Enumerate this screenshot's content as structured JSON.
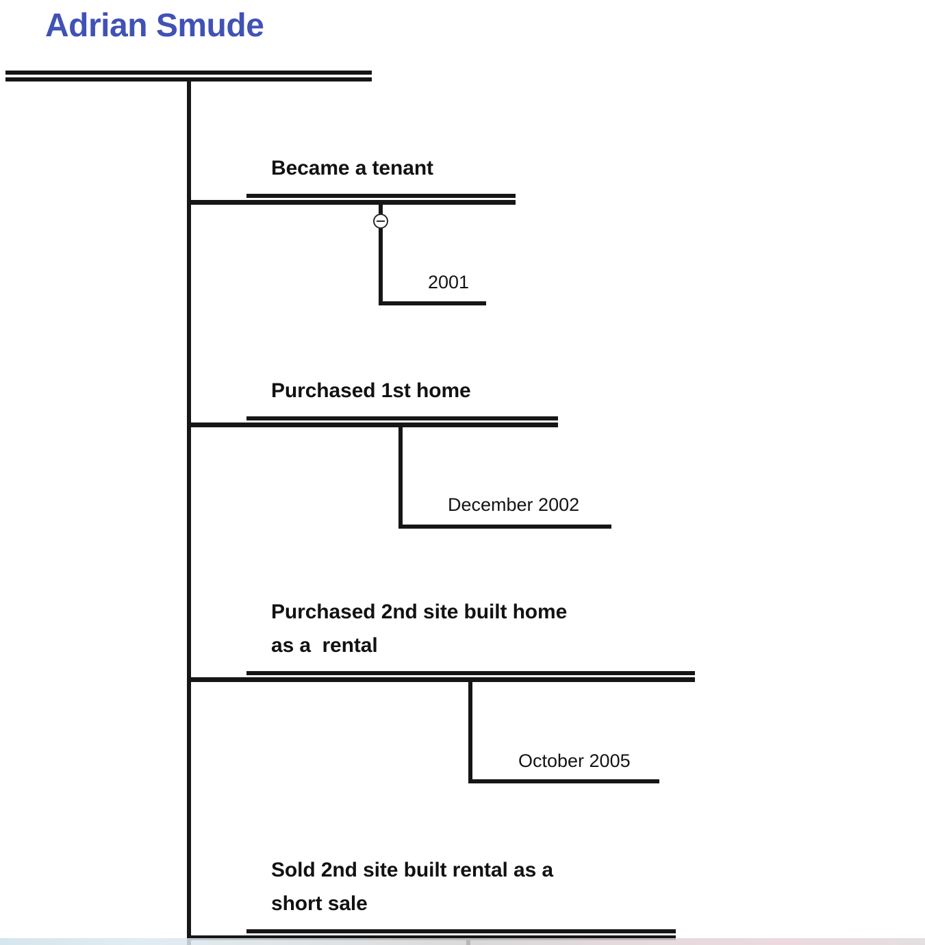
{
  "title": "Adrian Smude",
  "theme": {
    "title_color": "#4052B5",
    "line_color": "#161616",
    "text_color": "#121212",
    "background": "#ffffff"
  },
  "timeline": {
    "milestones": [
      {
        "label": "Became a tenant",
        "date": "2001",
        "has_collapse_toggle": true,
        "toggle_icon": "circle-minus-icon"
      },
      {
        "label": "Purchased 1st home",
        "date": "December 2002",
        "has_collapse_toggle": false,
        "toggle_icon": ""
      },
      {
        "label": "Purchased 2nd site built home\nas a  rental",
        "date": "October 2005",
        "has_collapse_toggle": false,
        "toggle_icon": ""
      },
      {
        "label": "Sold 2nd site built rental as a\nshort sale",
        "date": "",
        "has_collapse_toggle": false,
        "toggle_icon": ""
      }
    ]
  }
}
